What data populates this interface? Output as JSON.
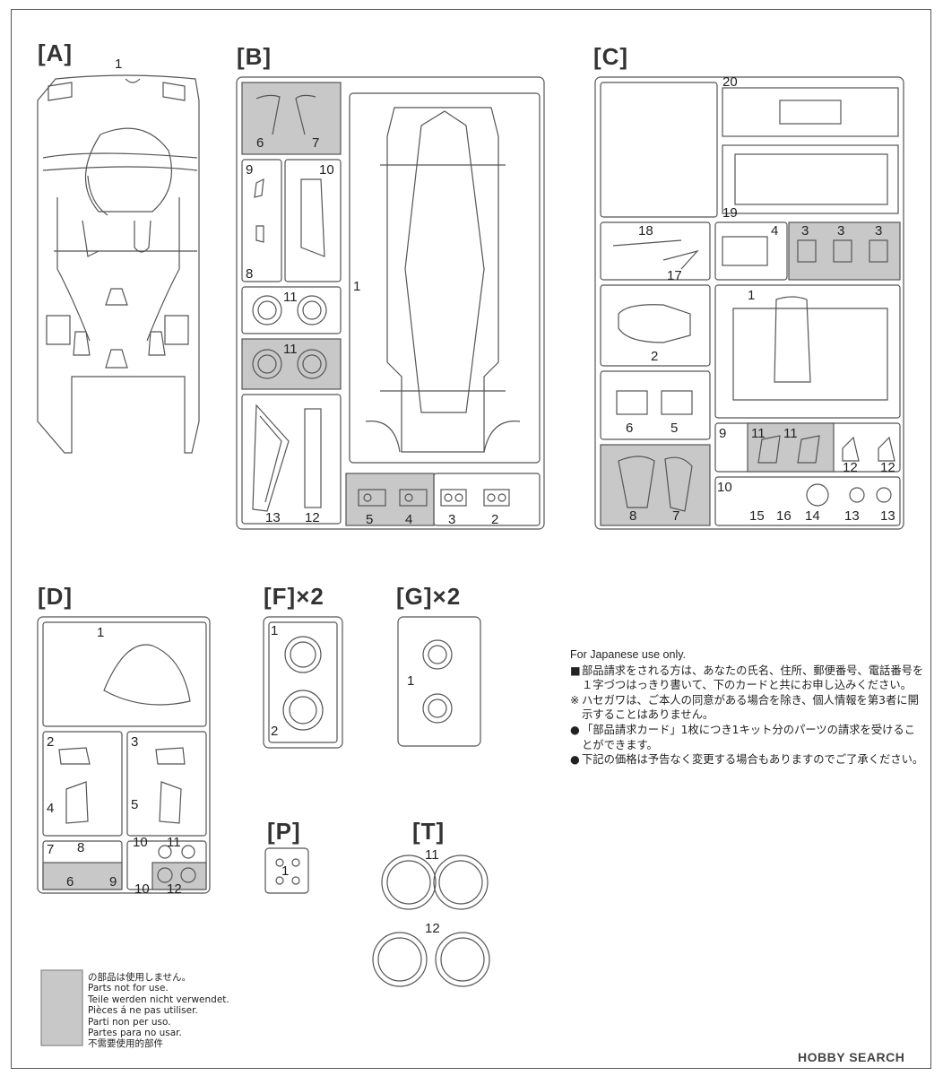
{
  "sections": {
    "A": "[A]",
    "B": "[B]",
    "C": "[C]",
    "D": "[D]",
    "F": "[F]×2",
    "G": "[G]×2",
    "P": "[P]",
    "T": "[T]"
  },
  "parts": {
    "A": [
      "1"
    ],
    "B": [
      "6",
      "7",
      "9",
      "10",
      "8",
      "11",
      "11",
      "1",
      "13",
      "12",
      "5",
      "4",
      "3",
      "2"
    ],
    "C": [
      "20",
      "19",
      "18",
      "17",
      "4",
      "3",
      "3",
      "3",
      "1",
      "2",
      "6",
      "5",
      "9",
      "11",
      "11",
      "12",
      "12",
      "8",
      "7",
      "10",
      "15",
      "16",
      "14",
      "13",
      "13"
    ],
    "D": [
      "1",
      "2",
      "3",
      "4",
      "5",
      "7",
      "8",
      "6",
      "9",
      "10",
      "11",
      "10",
      "12"
    ],
    "F": [
      "1",
      "2"
    ],
    "G": [
      "1"
    ],
    "P": [
      "1"
    ],
    "T": [
      "11",
      "12"
    ]
  },
  "note": {
    "header": "For Japanese use only.",
    "lines": [
      {
        "mark": "■",
        "text": "部品請求をされる方は、あなたの氏名、住所、郵便番号、電話番号を１字づつはっきり書いて、下のカードと共にお申し込みください。"
      },
      {
        "mark": "※",
        "text": "ハセガワは、ご本人の同意がある場合を除き、個人情報を第3者に開示することはありません。"
      },
      {
        "mark": "●",
        "text": "「部品請求カード」1枚につき1キット分のパーツの請求を受けることができます。"
      },
      {
        "mark": "●",
        "text": "下記の価格は予告なく変更する場合もありますのでご了承ください。"
      }
    ]
  },
  "legend": {
    "swatch_color": "#c8c8c8",
    "lines": [
      "の部品は使用しません。",
      "Parts not for use.",
      "Teile werden nicht verwendet.",
      "Pièces á ne pas utiliser.",
      "Parti non per uso.",
      "Partes para no usar.",
      "不需要使用的部件"
    ]
  },
  "watermark": "HOBBY SEARCH",
  "colors": {
    "unused_shade": "#c8c8c8",
    "line": "#555555"
  }
}
